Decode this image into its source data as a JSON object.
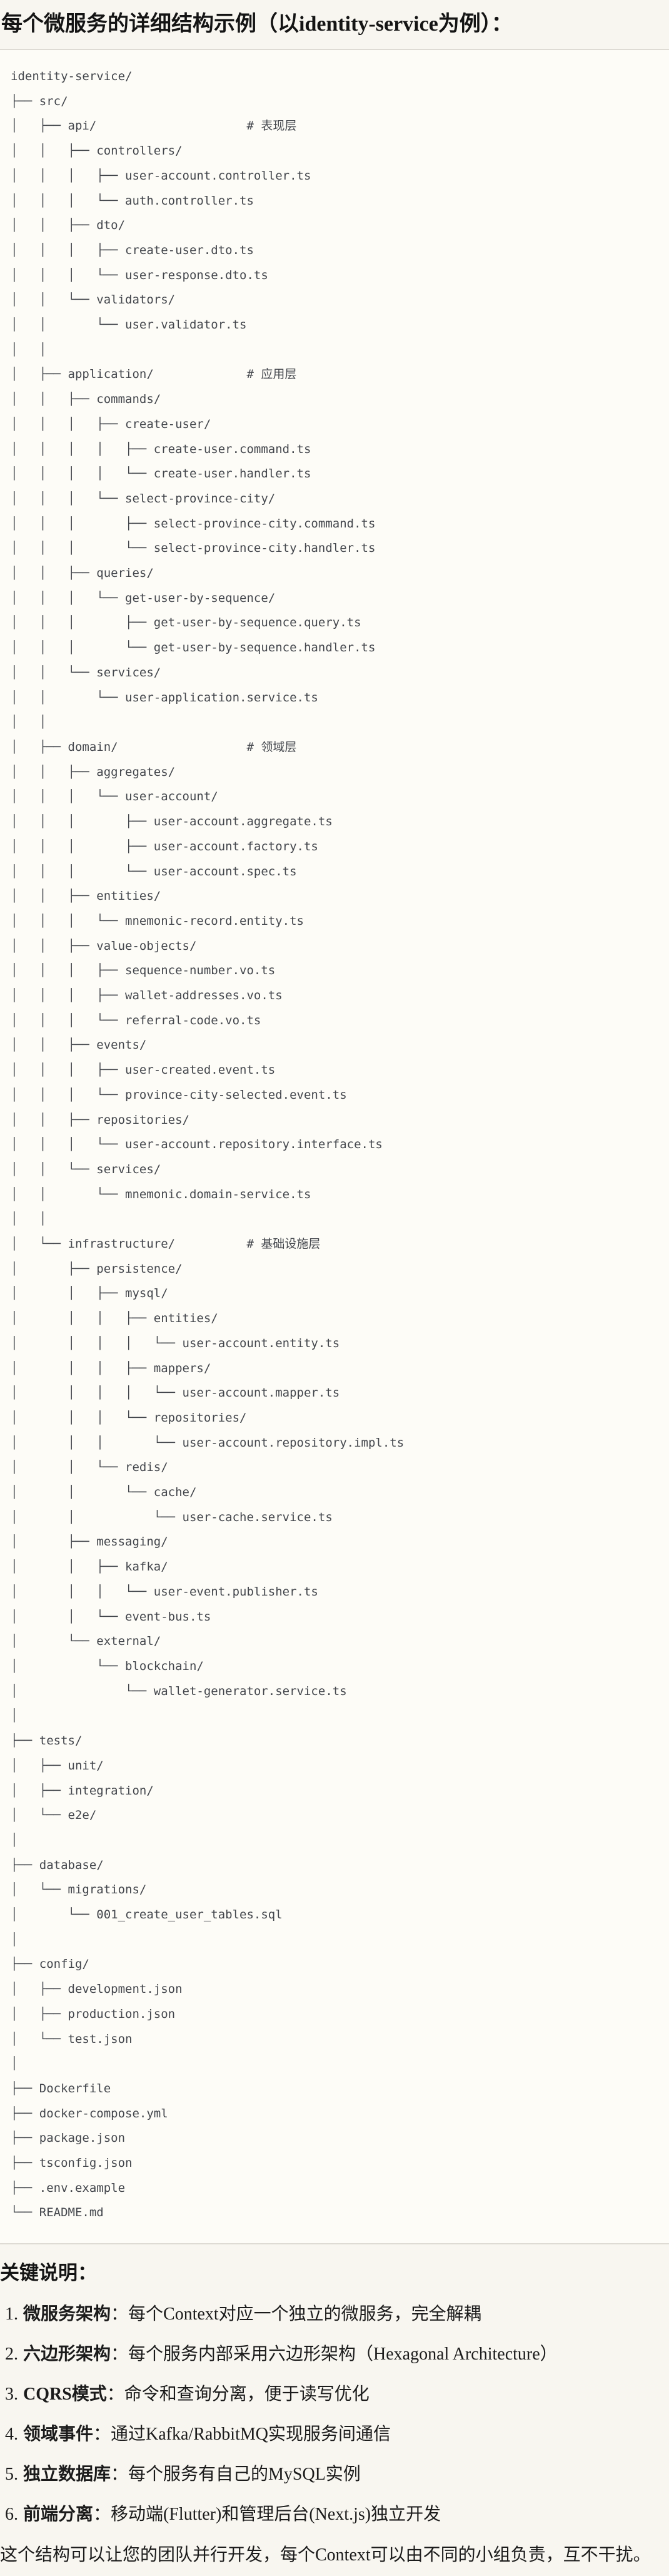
{
  "title": "每个微服务的详细结构示例（以identity-service为例）：",
  "colors": {
    "page_bg": "#f8f6f0",
    "code_bg": "#fdfcf7",
    "divider": "#dedbd4",
    "tree_text": "#43464c"
  },
  "tree": {
    "lines": [
      "identity-service/",
      "├── src/",
      "│   ├── api/                     # 表现层",
      "│   │   ├── controllers/",
      "│   │   │   ├── user-account.controller.ts",
      "│   │   │   └── auth.controller.ts",
      "│   │   ├── dto/",
      "│   │   │   ├── create-user.dto.ts",
      "│   │   │   └── user-response.dto.ts",
      "│   │   └── validators/",
      "│   │       └── user.validator.ts",
      "│   │",
      "│   ├── application/             # 应用层",
      "│   │   ├── commands/",
      "│   │   │   ├── create-user/",
      "│   │   │   │   ├── create-user.command.ts",
      "│   │   │   │   └── create-user.handler.ts",
      "│   │   │   └── select-province-city/",
      "│   │   │       ├── select-province-city.command.ts",
      "│   │   │       └── select-province-city.handler.ts",
      "│   │   ├── queries/",
      "│   │   │   └── get-user-by-sequence/",
      "│   │   │       ├── get-user-by-sequence.query.ts",
      "│   │   │       └── get-user-by-sequence.handler.ts",
      "│   │   └── services/",
      "│   │       └── user-application.service.ts",
      "│   │",
      "│   ├── domain/                  # 领域层",
      "│   │   ├── aggregates/",
      "│   │   │   └── user-account/",
      "│   │   │       ├── user-account.aggregate.ts",
      "│   │   │       ├── user-account.factory.ts",
      "│   │   │       └── user-account.spec.ts",
      "│   │   ├── entities/",
      "│   │   │   └── mnemonic-record.entity.ts",
      "│   │   ├── value-objects/",
      "│   │   │   ├── sequence-number.vo.ts",
      "│   │   │   ├── wallet-addresses.vo.ts",
      "│   │   │   └── referral-code.vo.ts",
      "│   │   ├── events/",
      "│   │   │   ├── user-created.event.ts",
      "│   │   │   └── province-city-selected.event.ts",
      "│   │   ├── repositories/",
      "│   │   │   └── user-account.repository.interface.ts",
      "│   │   └── services/",
      "│   │       └── mnemonic.domain-service.ts",
      "│   │",
      "│   └── infrastructure/          # 基础设施层",
      "│       ├── persistence/",
      "│       │   ├── mysql/",
      "│       │   │   ├── entities/",
      "│       │   │   │   └── user-account.entity.ts",
      "│       │   │   ├── mappers/",
      "│       │   │   │   └── user-account.mapper.ts",
      "│       │   │   └── repositories/",
      "│       │   │       └── user-account.repository.impl.ts",
      "│       │   └── redis/",
      "│       │       └── cache/",
      "│       │           └── user-cache.service.ts",
      "│       ├── messaging/",
      "│       │   ├── kafka/",
      "│       │   │   └── user-event.publisher.ts",
      "│       │   └── event-bus.ts",
      "│       └── external/",
      "│           └── blockchain/",
      "│               └── wallet-generator.service.ts",
      "│",
      "├── tests/",
      "│   ├── unit/",
      "│   ├── integration/",
      "│   └── e2e/",
      "│",
      "├── database/",
      "│   └── migrations/",
      "│       └── 001_create_user_tables.sql",
      "│",
      "├── config/",
      "│   ├── development.json",
      "│   ├── production.json",
      "│   └── test.json",
      "│",
      "├── Dockerfile",
      "├── docker-compose.yml",
      "├── package.json",
      "├── tsconfig.json",
      "├── .env.example",
      "└── README.md"
    ]
  },
  "notes": {
    "heading": "关键说明：",
    "items": [
      {
        "num": "1.",
        "term": "微服务架构",
        "desc": "：每个Context对应一个独立的微服务，完全解耦"
      },
      {
        "num": "2.",
        "term": "六边形架构",
        "desc": "：每个服务内部采用六边形架构（Hexagonal Architecture）"
      },
      {
        "num": "3.",
        "term": "CQRS模式",
        "desc": "：命令和查询分离，便于读写优化"
      },
      {
        "num": "4.",
        "term": "领域事件",
        "desc": "：通过Kafka/RabbitMQ实现服务间通信"
      },
      {
        "num": "5.",
        "term": "独立数据库",
        "desc": "：每个服务有自己的MySQL实例"
      },
      {
        "num": "6.",
        "term": "前端分离",
        "desc": "：移动端(Flutter)和管理后台(Next.js)独立开发"
      }
    ],
    "footer": "这个结构可以让您的团队并行开发，每个Context可以由不同的小组负责，互不干扰。"
  }
}
